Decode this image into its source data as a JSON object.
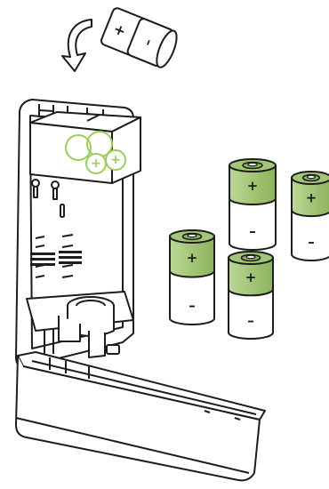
{
  "colors": {
    "battery_cap": "#a3c578",
    "battery_cap_dark": "#8db35d",
    "battery_body": "#ffffff",
    "bay_highlight": "#9ccd5a",
    "line": "#1d1d1b",
    "background": "#ffffff"
  },
  "icons": {
    "insert_arrow": "curved-arrow-down-icon",
    "loose_battery": "d-cell-battery-icon",
    "dispenser": "soap-dispenser-open-icon"
  },
  "symbols": {
    "positive": "+",
    "negative": "–"
  },
  "batteries": [
    {
      "id": "battery-1"
    },
    {
      "id": "battery-2"
    },
    {
      "id": "battery-3"
    },
    {
      "id": "battery-4"
    }
  ]
}
